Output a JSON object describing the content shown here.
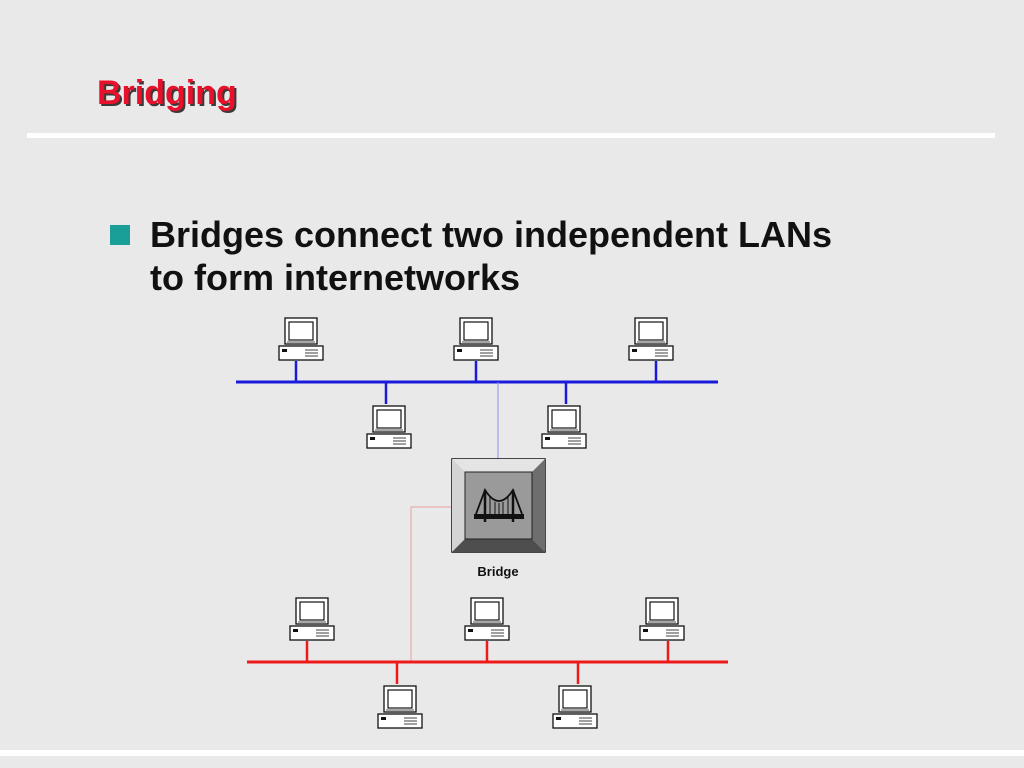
{
  "slide": {
    "title": "Bridging",
    "bullet": {
      "line1": "Bridges connect two independent LANs",
      "line2": "to form internetworks"
    }
  },
  "diagram": {
    "bridge_label": "Bridge",
    "lan_top": {
      "color": "#1a1adc",
      "computers": 5
    },
    "lan_bottom": {
      "color": "#ee1a1a",
      "computers": 5
    },
    "colors": {
      "title": "#e8102a",
      "bullet_marker": "#1a9f98",
      "top_link": "#8d8df0",
      "bottom_link": "#e6a0a0",
      "bridge_face": "#9a9a9a"
    }
  }
}
